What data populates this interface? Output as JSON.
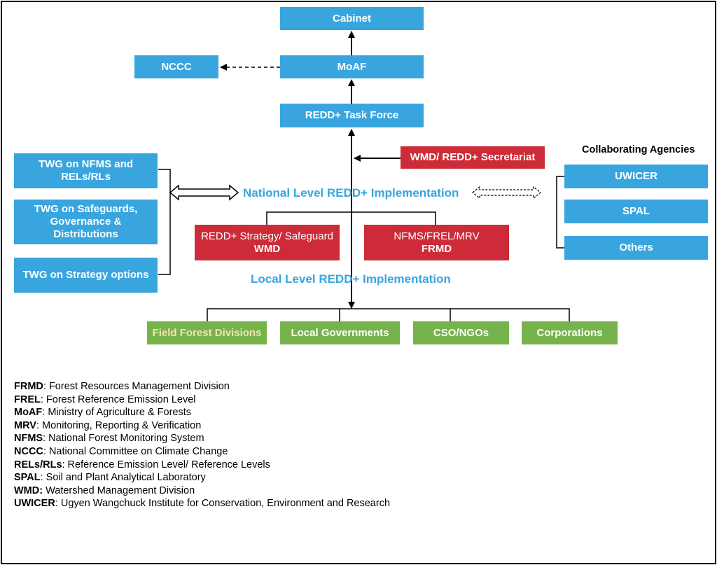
{
  "boxes": {
    "cabinet": "Cabinet",
    "moaf": "MoAF",
    "nccc": "NCCC",
    "task_force": "REDD+ Task Force",
    "secretariat": "WMD/ REDD+ Secretariat",
    "twg_nfms": "TWG on NFMS and RELs/RLs",
    "twg_safeguards": "TWG on Safeguards, Governance & Distributions",
    "twg_strategy": "TWG on Strategy options",
    "redd_strategy": {
      "line1": "REDD+ Strategy/ Safeguard",
      "line2": "WMD"
    },
    "nfms_frel": {
      "line1": "NFMS/FREL/MRV",
      "line2": "FRMD"
    },
    "uwicer": "UWICER",
    "spal": "SPAL",
    "others": "Others",
    "field_forest": "Field Forest Divisions",
    "local_gov": "Local Governments",
    "cso": "CSO/NGOs",
    "corporations": "Corporations"
  },
  "labels": {
    "collaborating": "Collaborating Agencies",
    "national_level": "National Level REDD+ Implementation",
    "local_level": "Local Level REDD+ Implementation"
  },
  "colors": {
    "blue": "#38a5df",
    "red": "#cd2b38",
    "green": "#77b34c",
    "field_forest_text": "#f2e3b3"
  },
  "legend": [
    {
      "abbr": "FRMD",
      "text": ": Forest Resources Management Division"
    },
    {
      "abbr": "FREL",
      "text": ": Forest Reference Emission Level"
    },
    {
      "abbr": "MoAF",
      "text": ": Ministry of Agriculture & Forests"
    },
    {
      "abbr": "MRV",
      "text": ": Monitoring, Reporting & Verification"
    },
    {
      "abbr": "NFMS",
      "text": ": National Forest Monitoring System"
    },
    {
      "abbr": "NCCC",
      "text": ": National Committee on Climate Change"
    },
    {
      "abbr": "RELs/RLs",
      "text": ": Reference Emission Level/ Reference Levels"
    },
    {
      "abbr": "SPAL",
      "text": ": Soil and Plant Analytical Laboratory"
    },
    {
      "abbr": "WMD:",
      "text": " Watershed Management Division"
    },
    {
      "abbr": "UWICER",
      "text": ": Ugyen Wangchuck Institute for Conservation, Environment and Research"
    }
  ]
}
